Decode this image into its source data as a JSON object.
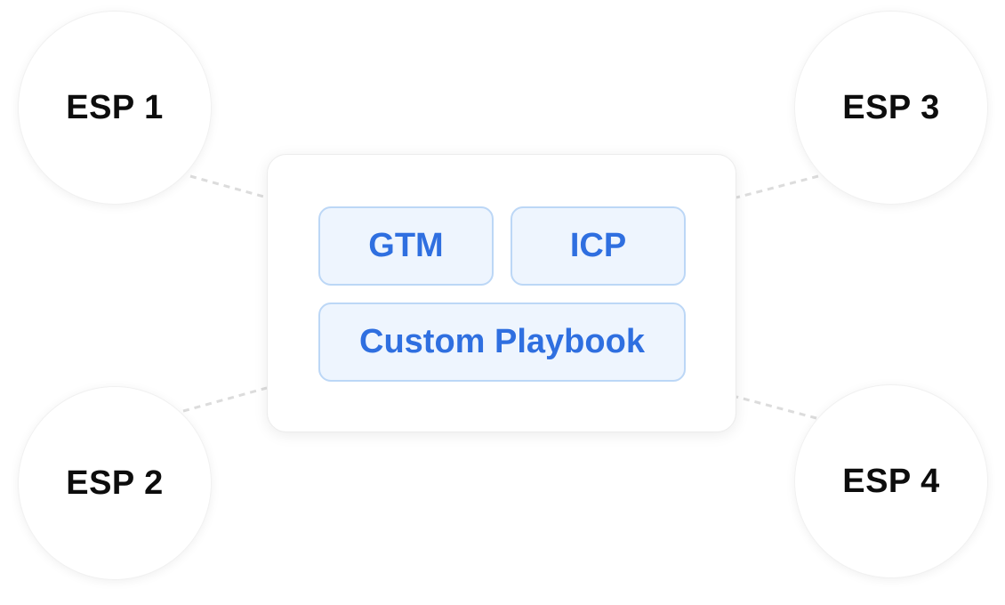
{
  "nodes": [
    {
      "id": "esp1",
      "label": "ESP 1"
    },
    {
      "id": "esp2",
      "label": "ESP 2"
    },
    {
      "id": "esp3",
      "label": "ESP 3"
    },
    {
      "id": "esp4",
      "label": "ESP 4"
    }
  ],
  "hub": {
    "chips": [
      {
        "label": "GTM"
      },
      {
        "label": "ICP"
      },
      {
        "label": "Custom Playbook"
      }
    ]
  },
  "connections": [
    {
      "from": "esp1",
      "to": "hub"
    },
    {
      "from": "esp2",
      "to": "hub"
    },
    {
      "from": "esp3",
      "to": "hub"
    },
    {
      "from": "esp4",
      "to": "hub"
    }
  ],
  "colors": {
    "chip_text": "#2f6fe0",
    "chip_fill": "#eef5fe",
    "chip_border": "#bcd7f6",
    "node_text": "#0d0d0d",
    "connector": "#dcdcdc"
  }
}
